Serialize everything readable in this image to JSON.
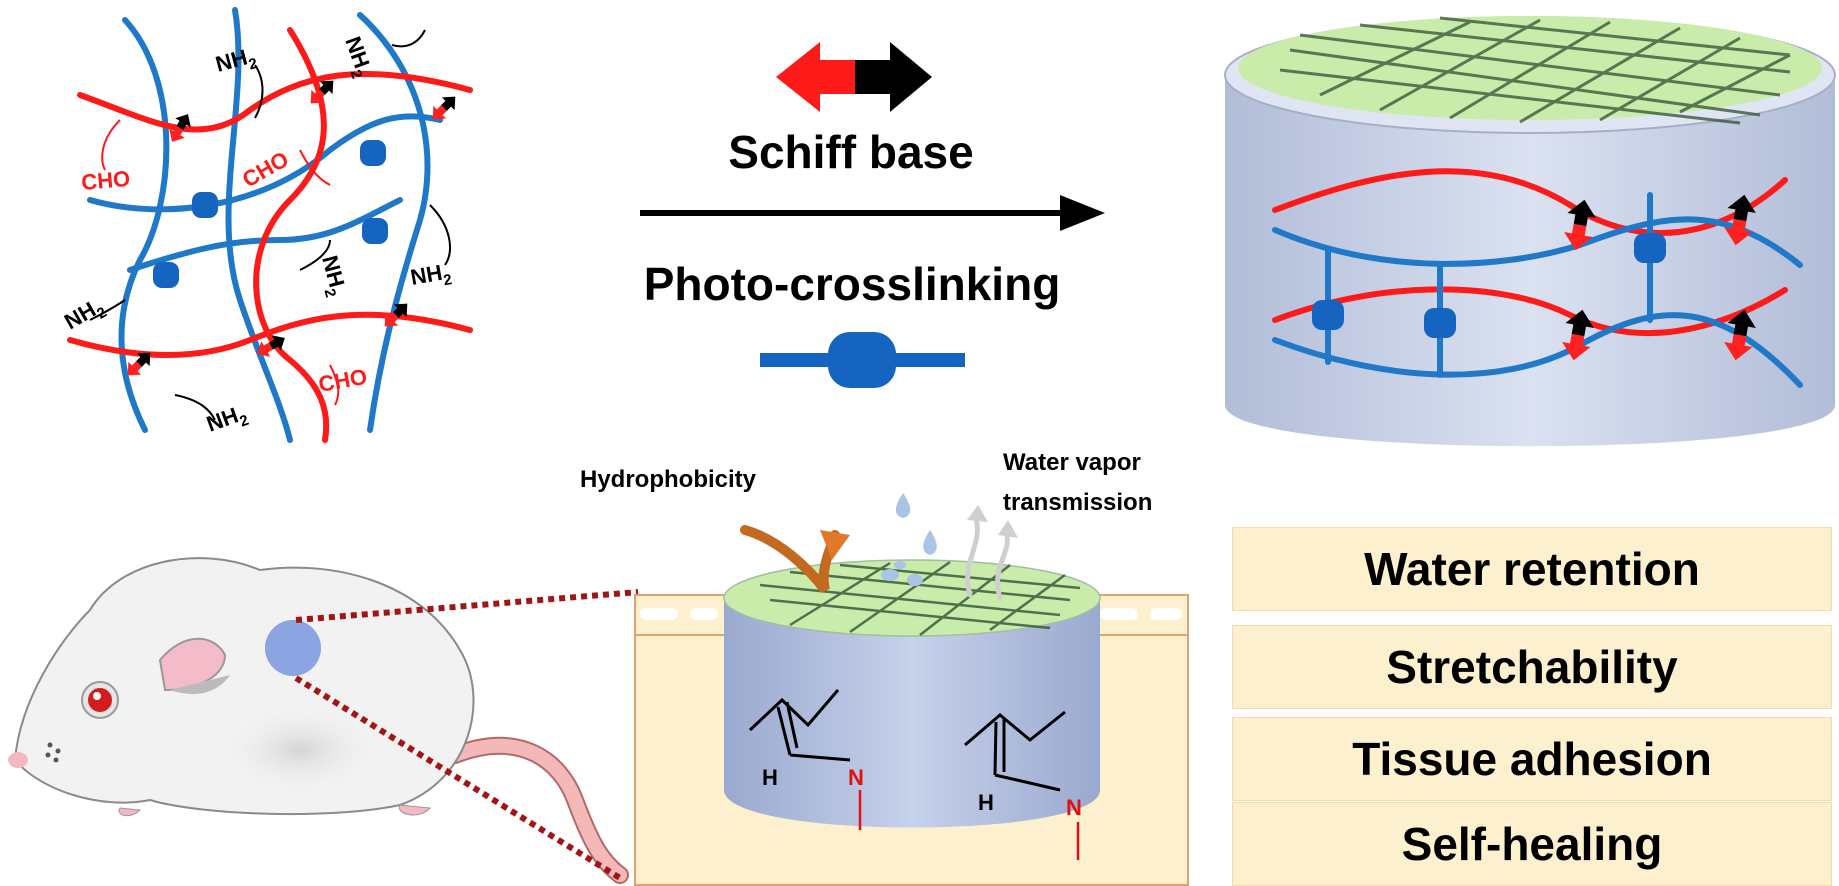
{
  "reaction": {
    "top_label": "Schiff base",
    "bottom_label": "Photo-crosslinking"
  },
  "network_labels": {
    "amine": "NH",
    "amine_sub": "2",
    "aldehyde": "CHO"
  },
  "dressing_labels": {
    "hydrophobicity": "Hydrophobicity",
    "water_vapor_line1": "Water vapor",
    "water_vapor_line2": "transmission"
  },
  "imine_labels": {
    "hydrogen": "H",
    "nitrogen": "N"
  },
  "properties": [
    "Water retention",
    "Stretchability",
    "Tissue adhesion",
    "Self-healing"
  ],
  "colors": {
    "aldehyde_chain": "#ff1a1a",
    "amine_chain": "#1f78c8",
    "crosslink_node": "#1565c0",
    "hydrogel_body": "#c3cde2",
    "hydrogel_top": "#c9ecaa",
    "skin": "#fdf0cf",
    "property_box": "#fdf0cf",
    "wound_spot": "#7f9be0"
  }
}
